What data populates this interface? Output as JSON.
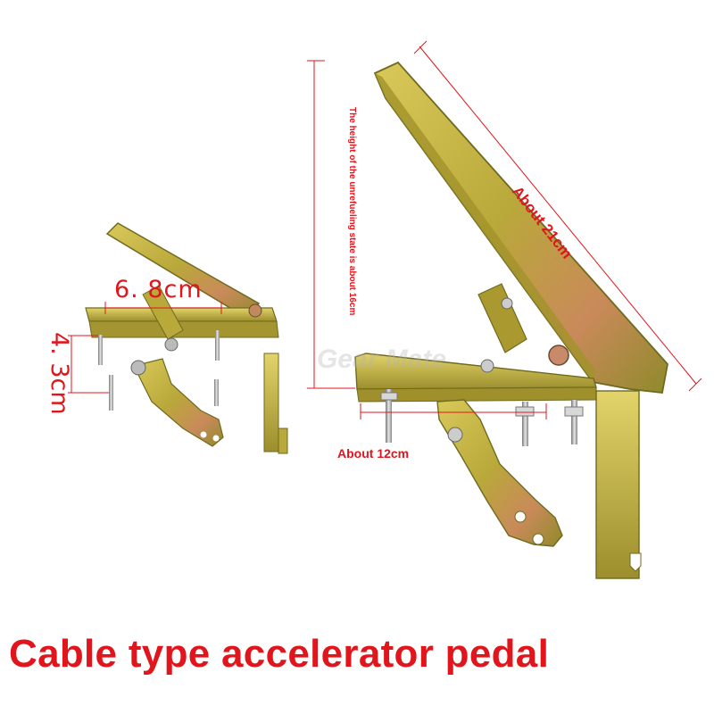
{
  "labels": {
    "width_small": "6. 8cm",
    "height_small": "4. 3cm",
    "height_large": "The height of the unrefueling state is about 16cm",
    "length_large": "About 21cm",
    "width_large": "About 12cm"
  },
  "watermark": "Gear Mate",
  "caption": "Cable type accelerator pedal",
  "colors": {
    "annotation": "#e0161c",
    "metal": "#b8a832"
  }
}
